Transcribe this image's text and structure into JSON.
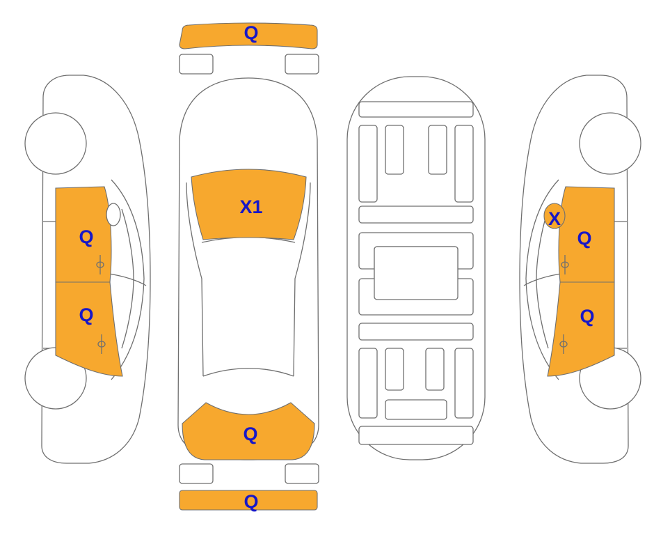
{
  "colors": {
    "damaged": "#f7a82e",
    "mark": "#1717c8",
    "outline": "#6f6f6f"
  },
  "marks": {
    "front_bumper": "Q",
    "hood": "X1",
    "trunk": "Q",
    "rear_bumper": "Q",
    "left_front_door": "Q",
    "left_rear_door": "Q",
    "right_mirror": "X",
    "right_front_door": "Q",
    "right_rear_door": "Q"
  }
}
